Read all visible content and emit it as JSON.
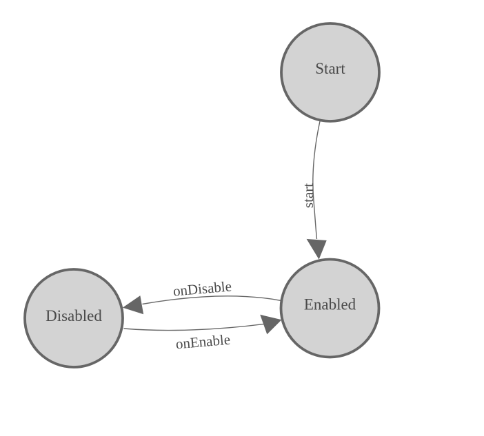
{
  "diagram": {
    "type": "state-machine-graph",
    "colors": {
      "background": "#ffffff",
      "node-fill": "#d3d3d3",
      "node-border": "#666666",
      "edge": "#666666",
      "label": "#4a4a4a"
    },
    "nodes": [
      {
        "label": "Start"
      },
      {
        "label": "Enabled"
      },
      {
        "label": "Disabled"
      }
    ],
    "edges": [
      {
        "label": "start",
        "from": "Start",
        "to": "Enabled"
      },
      {
        "label": "onDisable",
        "from": "Enabled",
        "to": "Disabled"
      },
      {
        "label": "onEnable",
        "from": "Disabled",
        "to": "Enabled"
      }
    ]
  }
}
